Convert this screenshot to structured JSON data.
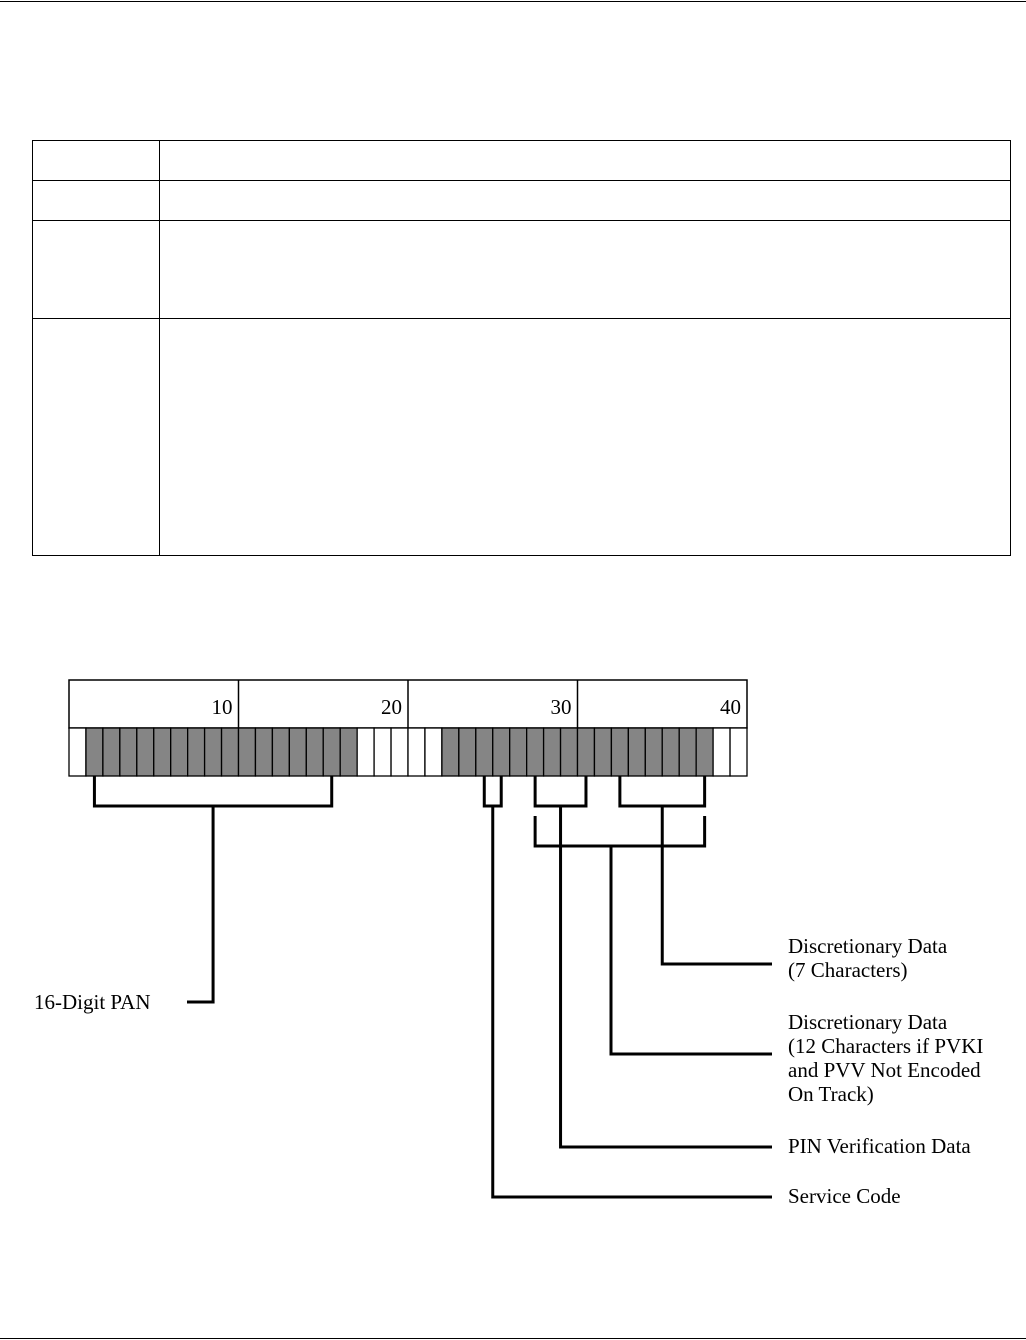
{
  "table": {
    "rows": [
      {
        "c1": "",
        "c2": ""
      },
      {
        "c1": "",
        "c2": ""
      },
      {
        "c1": "",
        "c2": ""
      },
      {
        "c1": "",
        "c2": ""
      }
    ]
  },
  "diagram": {
    "position_ticks": [
      "10",
      "20",
      "30",
      "40"
    ],
    "total_positions": 40,
    "shaded_positions": [
      [
        2,
        17
      ],
      [
        23,
        38
      ]
    ],
    "brackets": {
      "pan": {
        "start": 2,
        "end": 16
      },
      "service_code": {
        "start": 25,
        "end": 26
      },
      "pin_verification": {
        "start": 28,
        "end": 31
      },
      "discretionary_7": {
        "start": 33,
        "end": 38
      },
      "discretionary_12": {
        "start": 28,
        "end": 38
      }
    },
    "labels": {
      "pan": "16-Digit PAN",
      "discretionary_7": [
        "Discretionary Data",
        "(7 Characters)"
      ],
      "discretionary_12": [
        "Discretionary Data",
        "(12 Characters if PVKI",
        "and PVV Not Encoded",
        "On Track)"
      ],
      "pin_verification": "PIN Verification Data",
      "service_code": "Service Code"
    }
  }
}
